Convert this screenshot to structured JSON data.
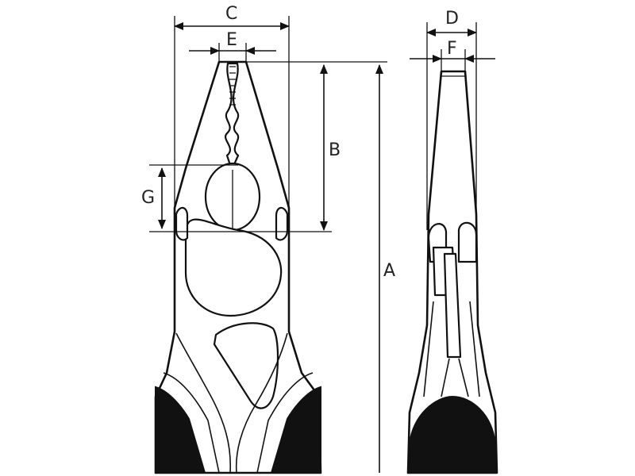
{
  "colors": {
    "line": "#111111",
    "grip": "#111111",
    "background": "#ffffff"
  },
  "dimensions": {
    "a": "A",
    "b": "B",
    "c": "C",
    "d": "D",
    "e": "E",
    "f": "F",
    "g": "G"
  }
}
